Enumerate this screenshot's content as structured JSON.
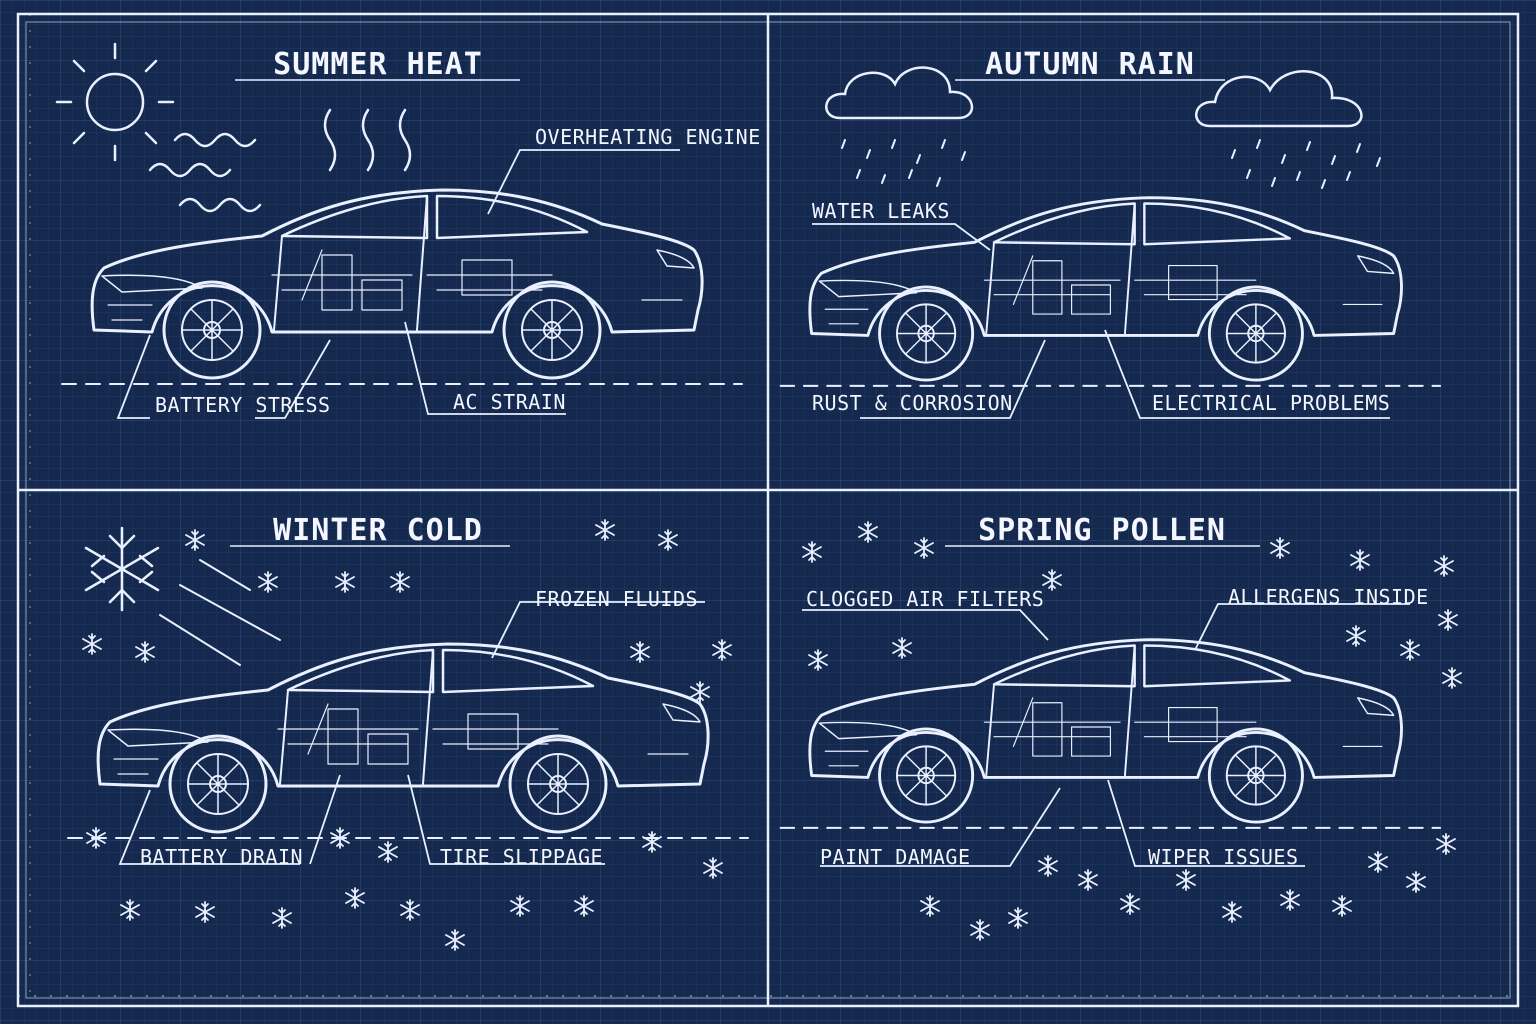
{
  "palette": {
    "background": "#15294f",
    "grid": "#2b4576",
    "lines": "#e9f0ff"
  },
  "panels": [
    {
      "id": "summer",
      "title": "SUMMER HEAT",
      "weather": "sun-heat-waves",
      "callouts": [
        "OVERHEATING ENGINE",
        "BATTERY STRESS",
        "AC STRAIN"
      ]
    },
    {
      "id": "autumn",
      "title": "AUTUMN RAIN",
      "weather": "rain-clouds",
      "callouts": [
        "WATER LEAKS",
        "RUST & CORROSION",
        "ELECTRICAL PROBLEMS"
      ]
    },
    {
      "id": "winter",
      "title": "WINTER COLD",
      "weather": "snowflakes",
      "callouts": [
        "FROZEN FLUIDS",
        "BATTERY DRAIN",
        "TIRE SLIPPAGE"
      ]
    },
    {
      "id": "spring",
      "title": "SPRING POLLEN",
      "weather": "pollen-particles",
      "callouts": [
        "CLOGGED AIR FILTERS",
        "ALLERGENS INSIDE",
        "PAINT DAMAGE",
        "WIPER ISSUES"
      ]
    }
  ]
}
